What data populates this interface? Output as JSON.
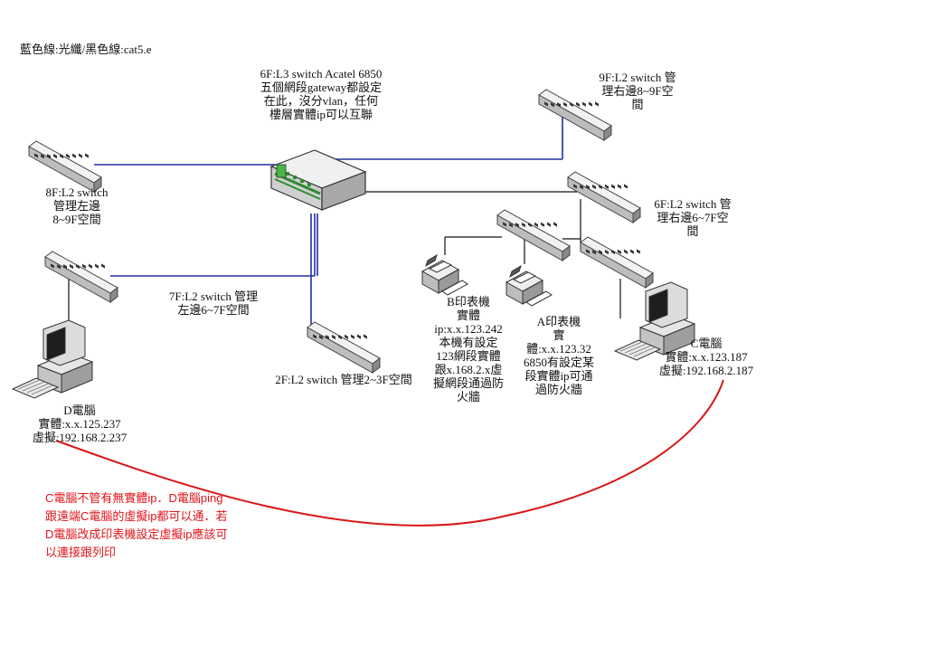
{
  "legend": "藍色線:光纖/黑色線:cat5.e",
  "colors": {
    "fiber": "#1f2fa0",
    "copper": "#111111",
    "annotation_curve": "#d81818"
  },
  "nodes": {
    "core_switch": {
      "label": "6F:L3 switch Acatel 6850\n五個網段gateway都設定\n在此，沒分vlan，任何\n樓層實體ip可以互聯",
      "icon": "l3-switch-icon"
    },
    "sw_9f": {
      "label": "9F:L2 switch 管\n理右邊8~9F空\n間",
      "icon": "l2-switch-icon"
    },
    "sw_8f": {
      "label": "8F:L2 switch\n管理左邊\n8~9F空間",
      "icon": "l2-switch-icon"
    },
    "sw_7f": {
      "label": "7F:L2 switch 管理\n左邊6~7F空間",
      "icon": "l2-switch-icon"
    },
    "sw_2f": {
      "label": "2F:L2 switch 管理2~3F空間",
      "icon": "l2-switch-icon"
    },
    "sw_6f": {
      "label": "6F:L2 switch 管\n理右邊6~7F空\n間",
      "icon": "l2-switch-icon"
    },
    "printer_b": {
      "label": "B印表機\n實體\nip:x.x.123.242\n本機有設定\n123網段實體\n跟x.168.2.x虛\n擬網段通過防\n火牆",
      "icon": "printer-icon"
    },
    "printer_a": {
      "label": "A印表機\n實\n體:x.x.123.32\n6850有設定某\n段實體ip可通\n過防火牆",
      "icon": "printer-icon"
    },
    "pc_c": {
      "label": "C電腦\n實體:x.x.123.187\n虛擬:192.168.2.187",
      "icon": "computer-icon"
    },
    "pc_d": {
      "label": "D電腦\n實體:x.x.125.237\n虛擬:192.168.2.237",
      "icon": "computer-icon"
    }
  },
  "annotation": "C電腦不管有無實體ip．D電腦ping\n跟遠端C電腦的虛擬ip都可以通．若\nD電腦改成印表機設定虛擬ip應該可\n以連接跟列印"
}
